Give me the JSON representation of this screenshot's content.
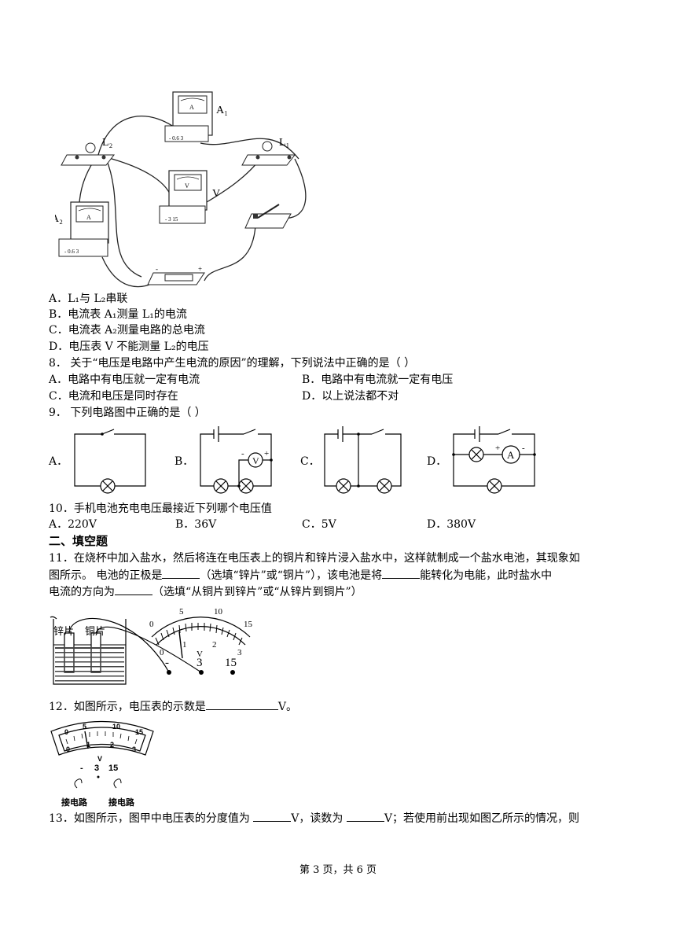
{
  "figure7": {
    "meter_a1": "A₁",
    "meter_a2": "A₂",
    "meter_v": "V",
    "lamp_l1": "L₁",
    "lamp_l2": "L₂",
    "meter_face_a": "A",
    "meter_face_v": "V",
    "terminals_a": "- 0.6 3",
    "terminals_v": "- 3 15"
  },
  "q7_options": [
    "A．L₁与 L₂串联",
    "B．电流表 A₁测量 L₁的电流",
    "C．电流表 A₂测量电路的总电流",
    "D．电压表 V 不能测量 L₂的电压"
  ],
  "q8": {
    "stem": "8．  关于“电压是电路中产生电流的原因”的理解，下列说法中正确的是（      ）",
    "options": [
      "A．电路中有电压就一定有电流",
      "B．电路中有电流就一定有电压",
      "C．电流和电压是同时存在",
      "D．以上说法都不对"
    ]
  },
  "q9": {
    "stem": "9．  下列电路图中正确的是（        ）",
    "labels": [
      "A．",
      "B．",
      "C．",
      "D．"
    ],
    "meter_v": "V",
    "meter_a": "A",
    "plus": "+",
    "minus": "-"
  },
  "q10": {
    "stem": "10．手机电池充电电压最接近下列哪个电压值",
    "options": [
      "A．220V",
      "B．36V",
      "C．5V",
      "D．380V"
    ]
  },
  "section2": "二、填空题",
  "q11": {
    "line1": "11．在烧杯中加入盐水，然后将连在电压表上的铜片和锌片浸入盐水中，这样就制成一个盐水电池，其现象如",
    "line2a": "图所示。 电池的正极是",
    "line2b": "（选填“锌片”或“铜片”），该电池是将",
    "line2c": "能转化为电能，此时盐水中",
    "line3a": "电流的方向为",
    "line3b": "（选填“从铜片到锌片”或“从锌片到铜片”）",
    "fig_zinc": "锌片",
    "fig_copper": "铜片",
    "scale_top": [
      "0",
      "5",
      "10",
      "15"
    ],
    "scale_bottom": [
      "0",
      "1",
      "2",
      "3"
    ],
    "unit": "V",
    "terminals": [
      "-",
      "3",
      "15"
    ]
  },
  "q12": {
    "text_a": "12．如图所示，电压表的示数是",
    "text_b": "V。",
    "scale_top": [
      "0",
      "5",
      "10",
      "15"
    ],
    "scale_bottom": [
      "0",
      "1",
      "2",
      "3"
    ],
    "unit": "V",
    "terminals": [
      "-",
      "3",
      "15"
    ],
    "connect": [
      "接电路",
      "接电路"
    ]
  },
  "q13": {
    "text_a": "13．如图所示，图甲中电压表的分度值为",
    "text_b": "V，读数为",
    "text_c": "V；若使用前出现如图乙所示的情况，则"
  },
  "footer": "第 3 页，共 6 页"
}
